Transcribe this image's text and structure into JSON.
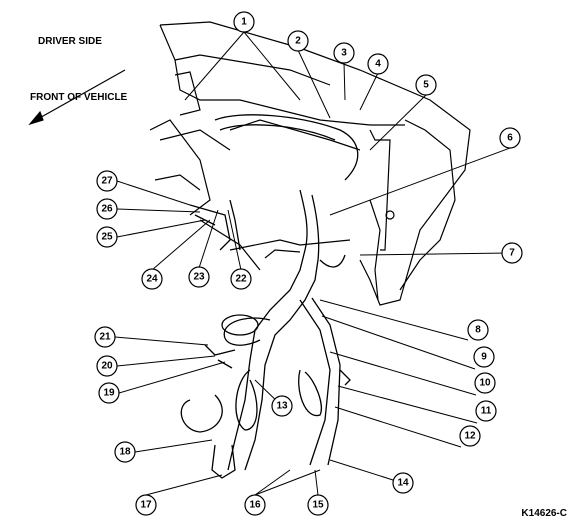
{
  "labels": {
    "driver_side": "DRIVER SIDE",
    "front_of_vehicle": "FRONT OF VEHICLE",
    "figure_id": "K14626-C"
  },
  "callouts": [
    "1",
    "2",
    "3",
    "4",
    "5",
    "6",
    "7",
    "8",
    "9",
    "10",
    "11",
    "12",
    "13",
    "14",
    "15",
    "16",
    "17",
    "18",
    "19",
    "20",
    "21",
    "22",
    "23",
    "24",
    "25",
    "26",
    "27"
  ],
  "icons": {
    "direction": "arrow-icon"
  }
}
